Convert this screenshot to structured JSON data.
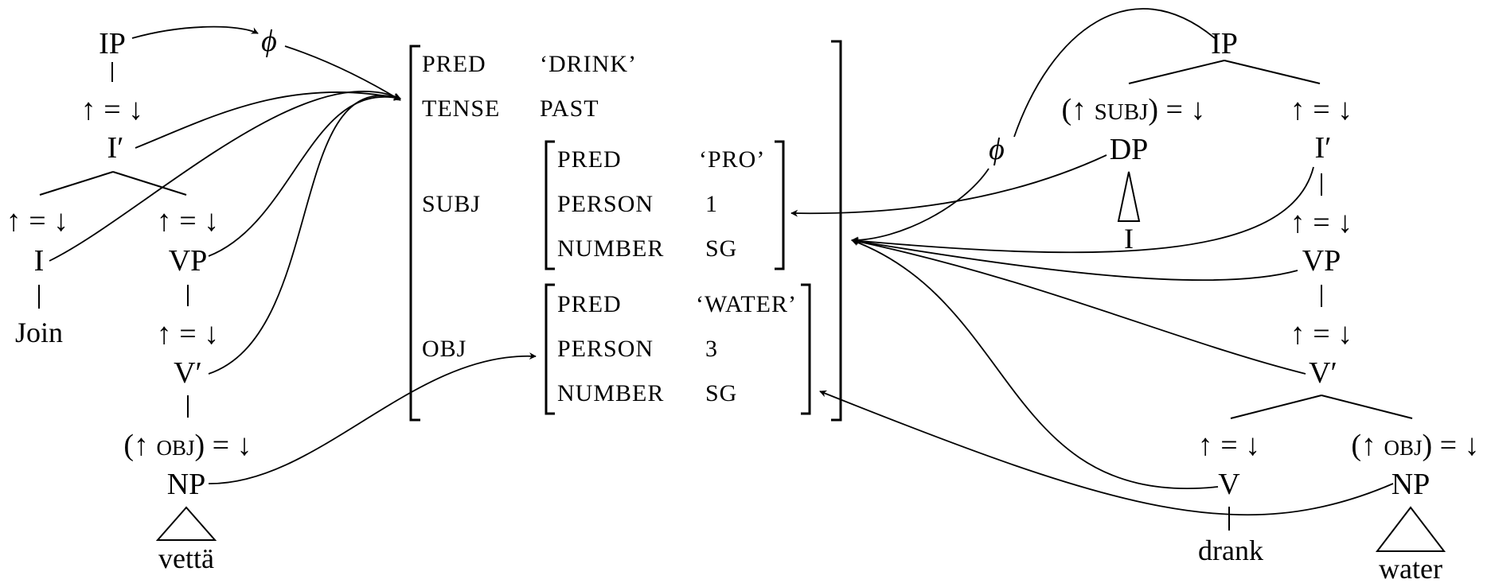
{
  "left_tree": {
    "root": "IP",
    "phi": "ϕ",
    "ann_up_eq_down": "↑ = ↓",
    "ibar": "I′",
    "i": "I",
    "vp": "VP",
    "vbar": "V′",
    "np": "NP",
    "obj_ann_open": "(↑ ",
    "obj_ann_sc": "OBJ",
    "obj_ann_close": ") = ↓",
    "word_i": "Join",
    "word_np": "vettä"
  },
  "fstructure": {
    "rows": [
      {
        "attr": "PRED",
        "value": "‘DRINK’"
      },
      {
        "attr": "TENSE",
        "value": "PAST"
      },
      {
        "attr": "SUBJ",
        "sub": [
          {
            "attr": "PRED",
            "value": "‘PRO’"
          },
          {
            "attr": "PERSON",
            "value": "1"
          },
          {
            "attr": "NUMBER",
            "value": "SG"
          }
        ]
      },
      {
        "attr": "OBJ",
        "sub": [
          {
            "attr": "PRED",
            "value": "‘WATER’"
          },
          {
            "attr": "PERSON",
            "value": "3"
          },
          {
            "attr": "NUMBER",
            "value": "SG"
          }
        ]
      }
    ]
  },
  "right_tree": {
    "root": "IP",
    "phi": "ϕ",
    "subj_ann_open": "(↑ ",
    "subj_ann_sc": "SUBJ",
    "subj_ann_close": ") = ↓",
    "dp": "DP",
    "word_dp": "I",
    "ann_up_eq_down": "↑ = ↓",
    "ibar": "I′",
    "vp": "VP",
    "vbar": "V′",
    "v": "V",
    "np": "NP",
    "obj_ann_open": "(↑ ",
    "obj_ann_sc": "OBJ",
    "obj_ann_close": ") = ↓",
    "word_v": "drank",
    "word_np": "water"
  }
}
